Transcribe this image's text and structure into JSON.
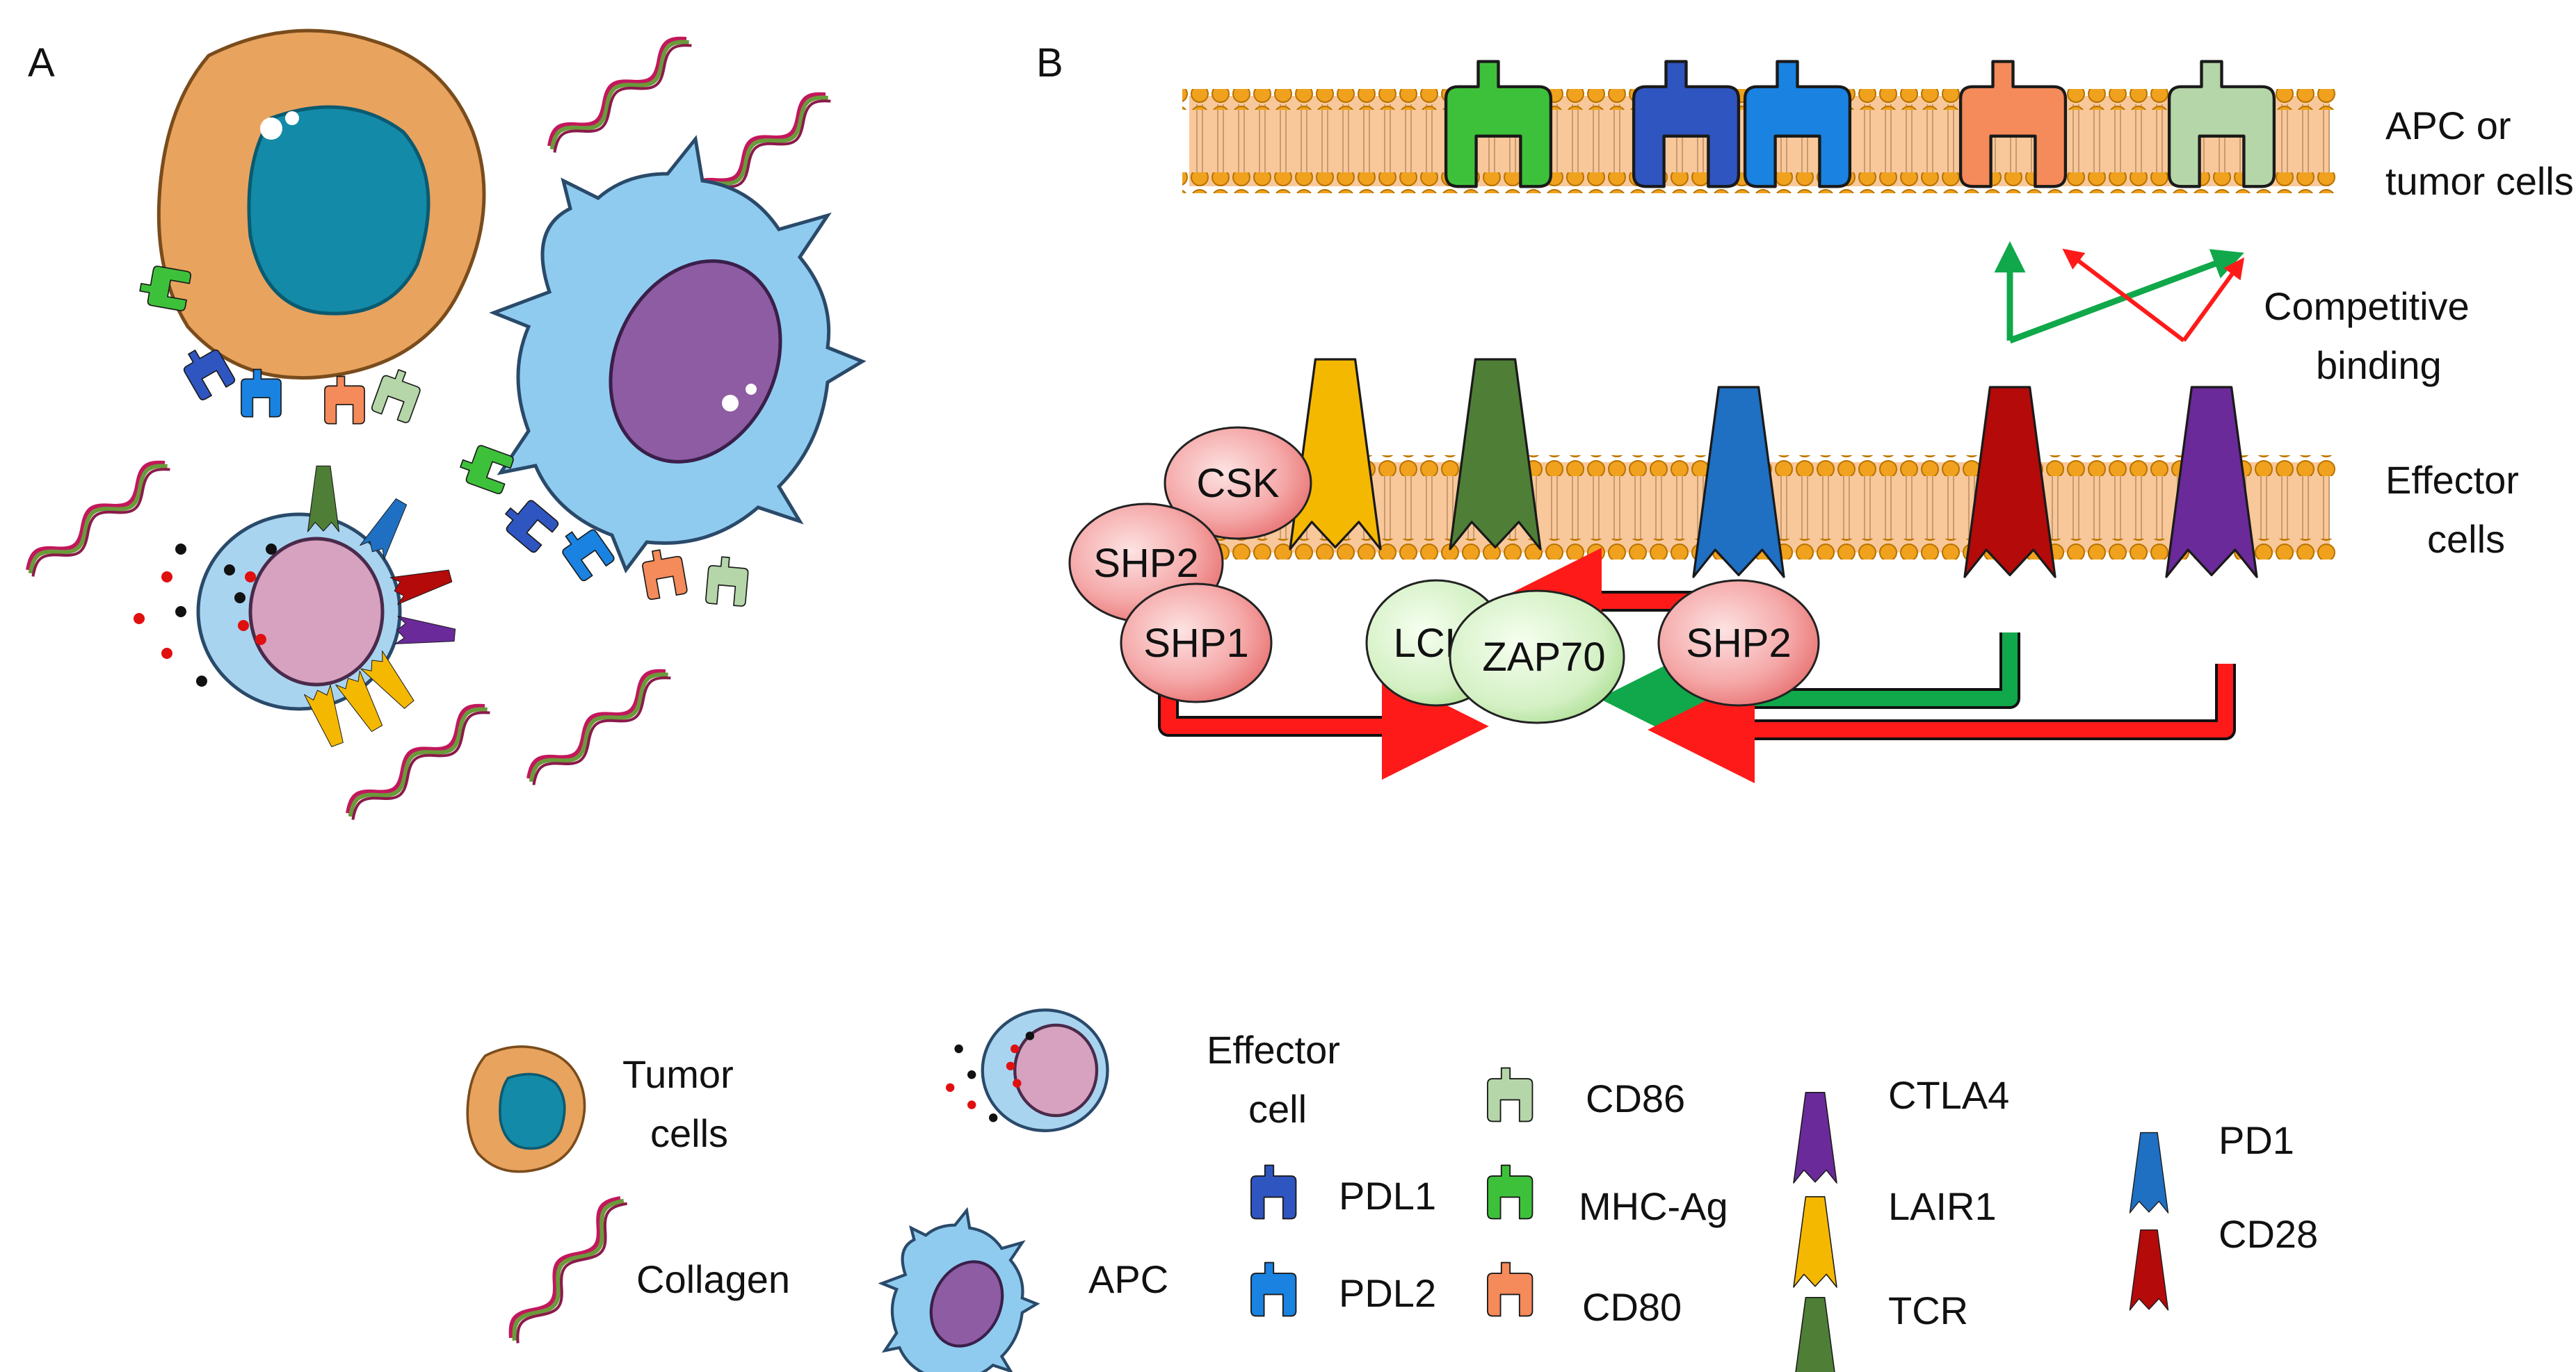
{
  "panels": {
    "a": "A",
    "b": "B"
  },
  "panel_b": {
    "membrane_top_label": [
      "APC or",
      "tumor cells"
    ],
    "membrane_bottom_label": [
      "Effector",
      "cells"
    ],
    "competitive_label": [
      "Competitive",
      "binding"
    ],
    "kinases": {
      "csk": "CSK",
      "shp2_left": "SHP2",
      "shp1": "SHP1",
      "lck": "LCK",
      "zap70": "ZAP70",
      "shp2_right": "SHP2"
    }
  },
  "legend": {
    "tumor": [
      "Tumor",
      "cells"
    ],
    "collagen": "Collagen",
    "effector": [
      "Effector",
      "cell"
    ],
    "apc": "APC",
    "pdl1": "PDL1",
    "pdl2": "PDL2",
    "cd86": "CD86",
    "mhc": "MHC-Ag",
    "cd80": "CD80",
    "ctla4": "CTLA4",
    "lair1": "LAIR1",
    "tcr": "TCR",
    "pd1": "PD1",
    "cd28": "CD28"
  },
  "colors": {
    "mhc": "#3ec13a",
    "pdl1": "#2f55c0",
    "pdl2": "#1a82e0",
    "cd80": "#f58a5a",
    "cd86": "#b5d6a8",
    "lair1": "#f5b800",
    "tcr": "#4f7f36",
    "pd1": "#1f6fc2",
    "cd28": "#b40a0a",
    "ctla4": "#6a2a9a",
    "tumor": "#e8a35e",
    "nucleus_tumor": "#138aa8",
    "apc": "#8fcbef",
    "apc_nucleus": "#8e5ca3",
    "effector": "#a9d4f0",
    "effector_nucleus": "#d6a2c0",
    "membrane_head": "#f0a21e",
    "membrane_body": "#f8c89a",
    "arrow_red": "#ff1a1a",
    "arrow_green": "#10a84a"
  }
}
